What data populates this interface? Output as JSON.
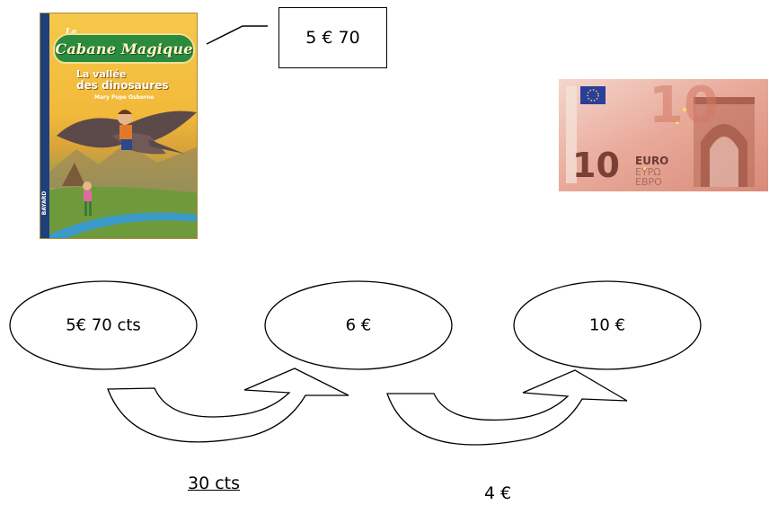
{
  "book": {
    "series_small": "La",
    "series_title": "Cabane Magique",
    "subtitle_line1": "La vallée",
    "subtitle_line2": "des dinosaures",
    "author": "Mary Pope Osborne",
    "publisher": "BAYARD AVENTURE"
  },
  "price_tag": {
    "text": "5 € 70"
  },
  "banknote": {
    "value": "10",
    "euro_latin": "EURO",
    "euro_greek": "ΕΥΡΩ",
    "euro_cyrillic": "ЕВРО"
  },
  "nodes": [
    {
      "id": "start",
      "label": "5€ 70 cts"
    },
    {
      "id": "middle",
      "label": "6 €"
    },
    {
      "id": "end",
      "label": "10 €"
    }
  ],
  "steps": [
    {
      "from": "start",
      "to": "middle",
      "label": "30 cts",
      "underlined": true
    },
    {
      "from": "middle",
      "to": "end",
      "label": "4 €",
      "underlined": false
    }
  ],
  "colors": {
    "stroke": "#000000",
    "book_logo_green": "#2b8a3e",
    "banknote_red": "#c8705c"
  }
}
